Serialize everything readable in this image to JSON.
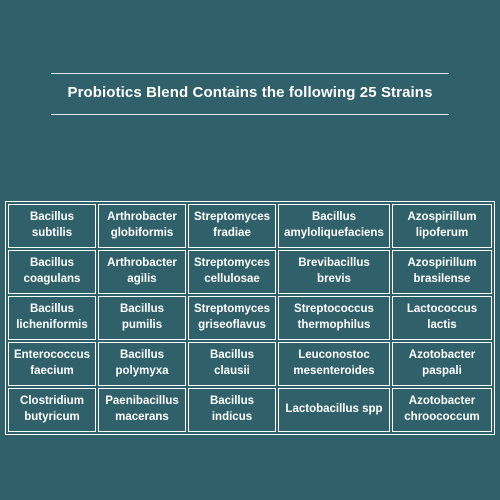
{
  "header": {
    "title": "Probiotics Blend Contains the following 25 Strains"
  },
  "strains": [
    [
      "Bacillus\nsubtilis",
      "Arthrobacter\nglobiformis",
      "Streptomyces\nfradiae",
      "Bacillus\namyloliquefaciens",
      "Azospirillum\nlipoferum"
    ],
    [
      "Bacillus\ncoagulans",
      "Arthrobacter\nagilis",
      "Streptomyces\ncellulosae",
      "Brevibacillus\nbrevis",
      "Azospirillum\nbrasilense"
    ],
    [
      "Bacillus\nlicheniformis",
      "Bacillus\npumilis",
      "Streptomyces\ngriseoflavus",
      "Streptococcus\nthermophilus",
      "Lactococcus\nlactis"
    ],
    [
      "Enterococcus\nfaecium",
      "Bacillus\npolymyxa",
      "Bacillus\nclausii",
      "Leuconostoc\nmesenteroides",
      "Azotobacter\npaspali"
    ],
    [
      "Clostridium\nbutyricum",
      "Paenibacillus\nmacerans",
      "Bacillus\nindicus",
      "Lactobacillus spp",
      "Azotobacter\nchroococcum"
    ]
  ],
  "colors": {
    "background": "#30606a",
    "text": "#ffffff",
    "border": "#ffffff"
  }
}
